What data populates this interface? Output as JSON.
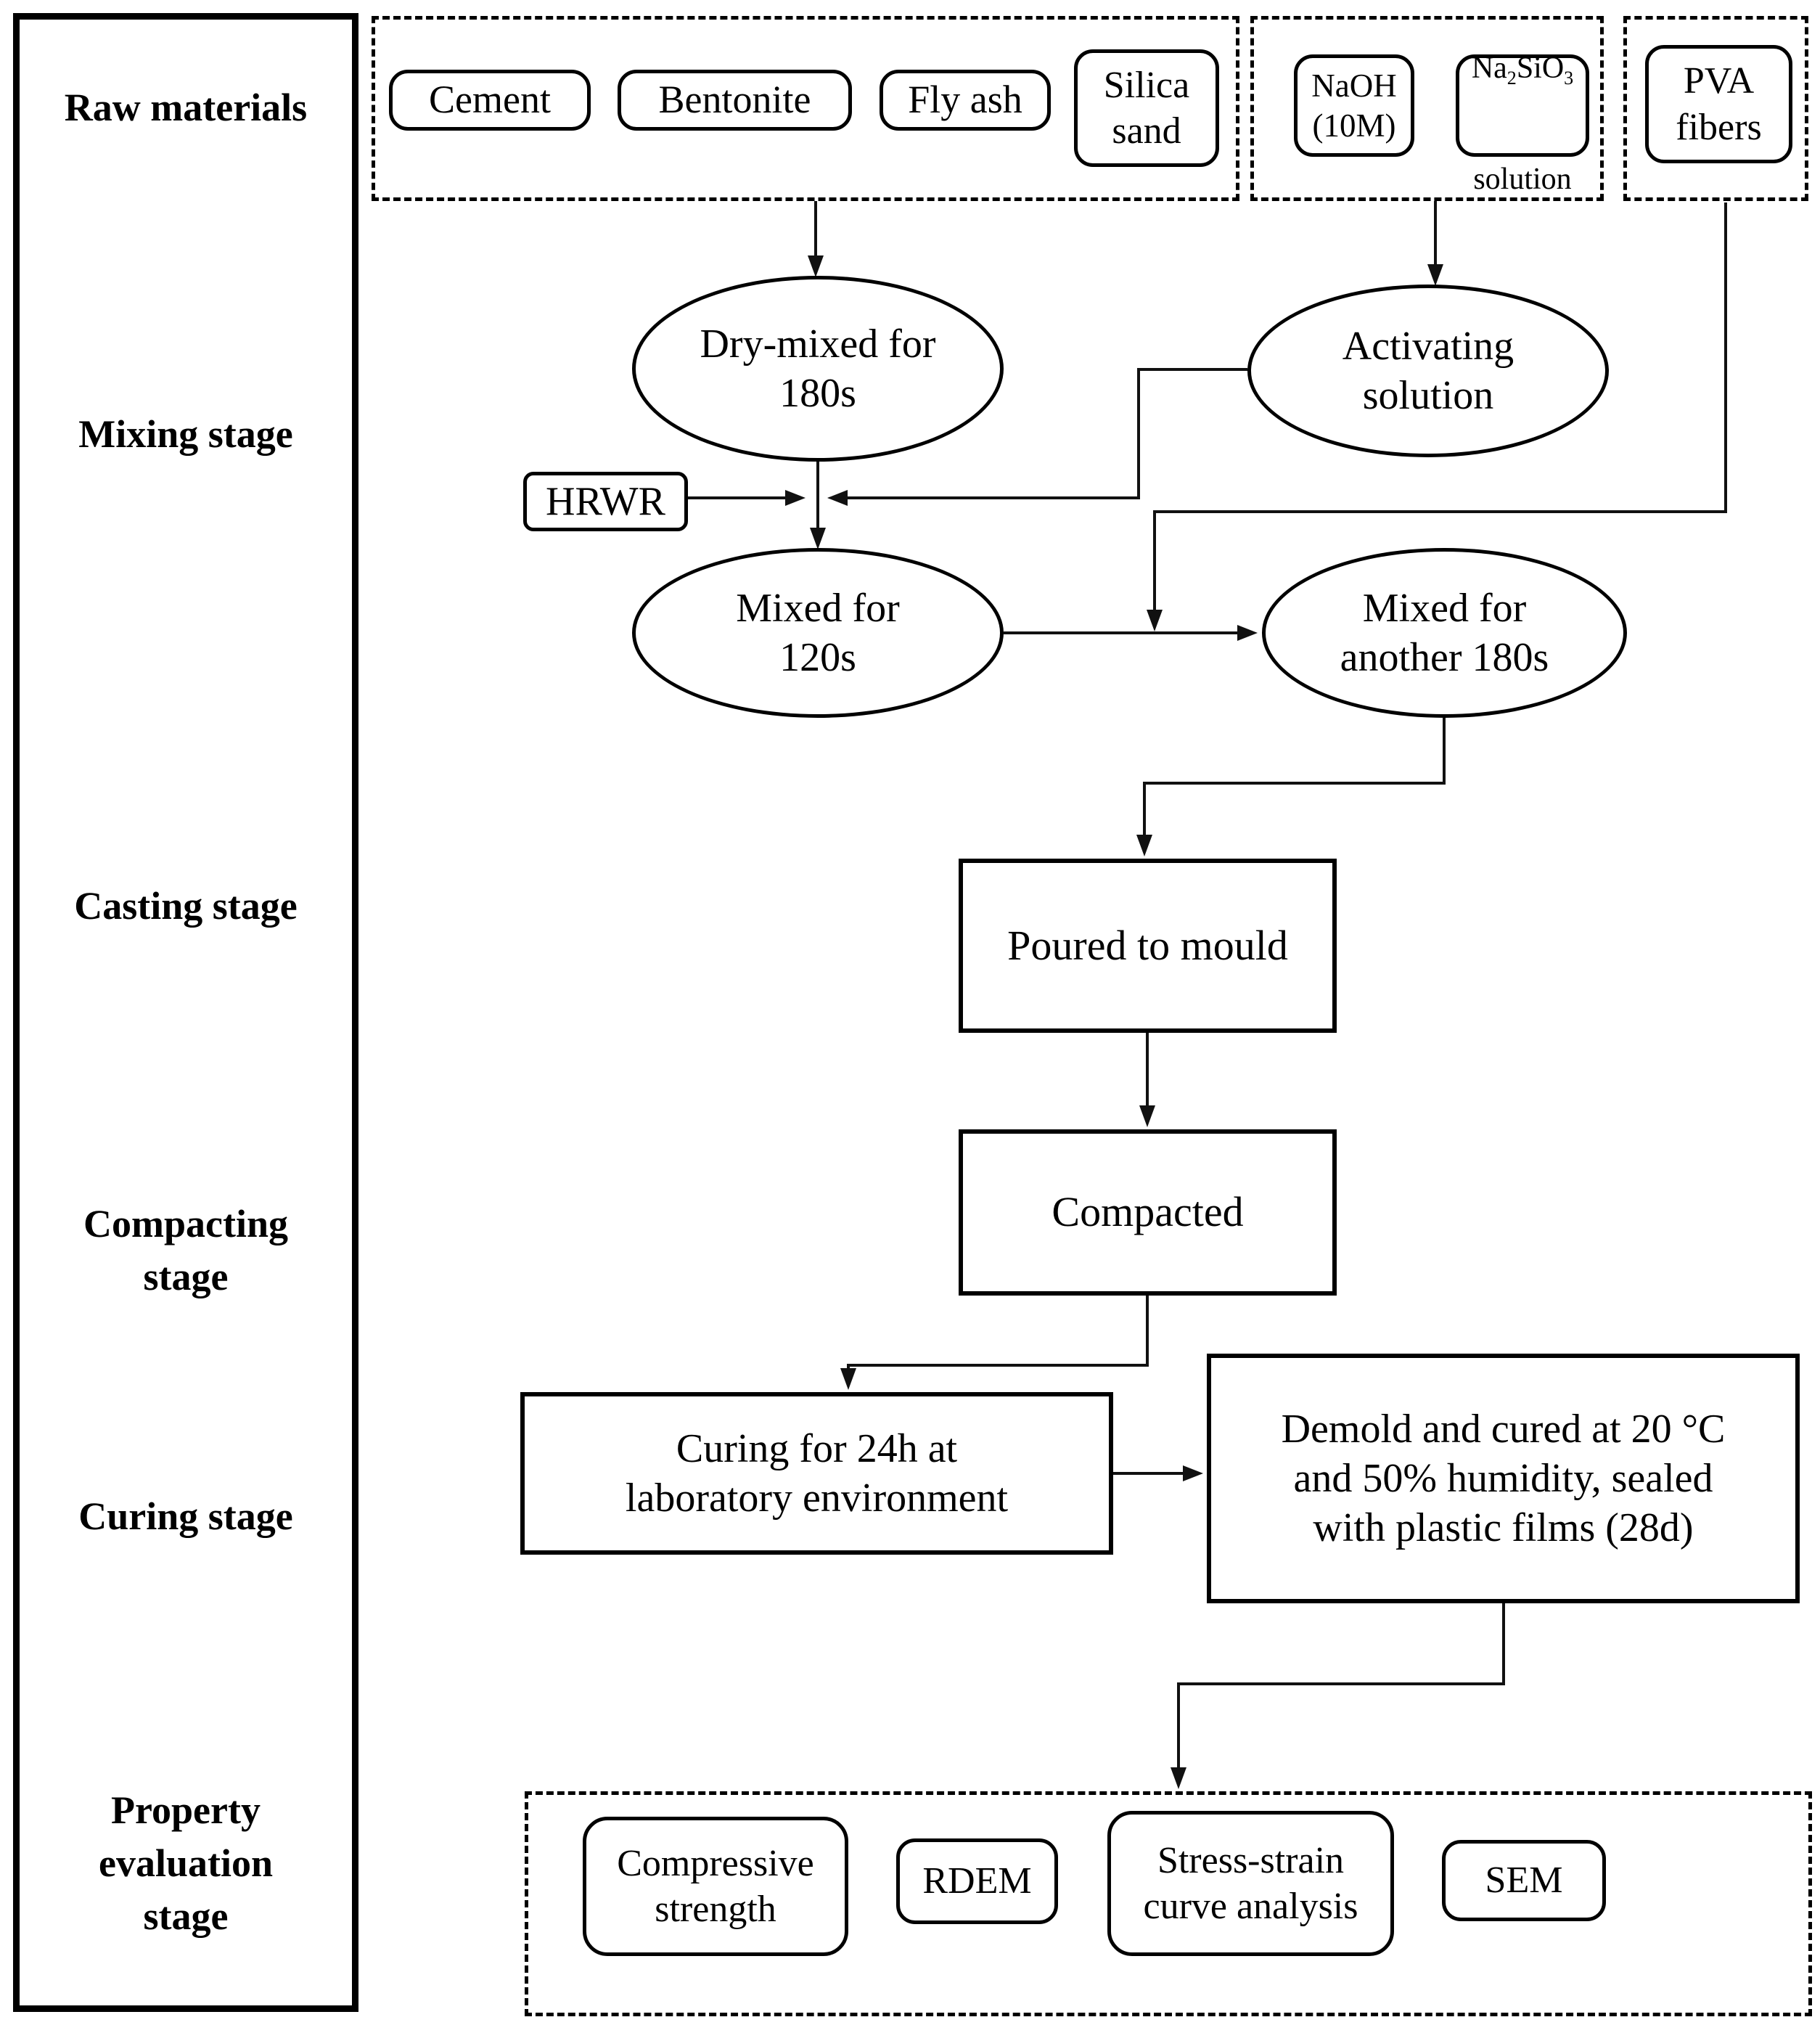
{
  "colors": {
    "ink": "#000000",
    "background": "#ffffff"
  },
  "sidebar": {
    "raw_materials": "Raw materials",
    "mixing": "Mixing stage",
    "casting": "Casting stage",
    "compacting": "Compacting\nstage",
    "curing": "Curing stage",
    "property": "Property\nevaluation\nstage"
  },
  "raw_materials": {
    "cement": "Cement",
    "bentonite": "Bentonite",
    "fly_ash": "Fly ash",
    "silica_sand": "Silica\nsand",
    "naoh": "NaOH\n(10M)",
    "na2sio3": {
      "p1": "Na",
      "sub1": "2",
      "p2": "SiO",
      "sub2": "3",
      "line2": "solution"
    },
    "pva": "PVA\nfibers"
  },
  "mixing": {
    "dry_mixed": "Dry-mixed for\n180s",
    "activating": "Activating\nsolution",
    "hrwr": "HRWR",
    "mixed_120": "Mixed for\n120s",
    "mixed_180": "Mixed for\nanother 180s"
  },
  "casting": {
    "poured": "Poured to mould"
  },
  "compacting": {
    "compacted": "Compacted"
  },
  "curing": {
    "lab": "Curing for 24h at\nlaboratory environment",
    "demold": "Demold and cured at 20 °C\nand 50% humidity, sealed\nwith plastic films (28d)"
  },
  "evaluation": {
    "compressive": "Compressive\nstrength",
    "rdem": "RDEM",
    "stress_strain": "Stress-strain\ncurve analysis",
    "sem": "SEM"
  }
}
